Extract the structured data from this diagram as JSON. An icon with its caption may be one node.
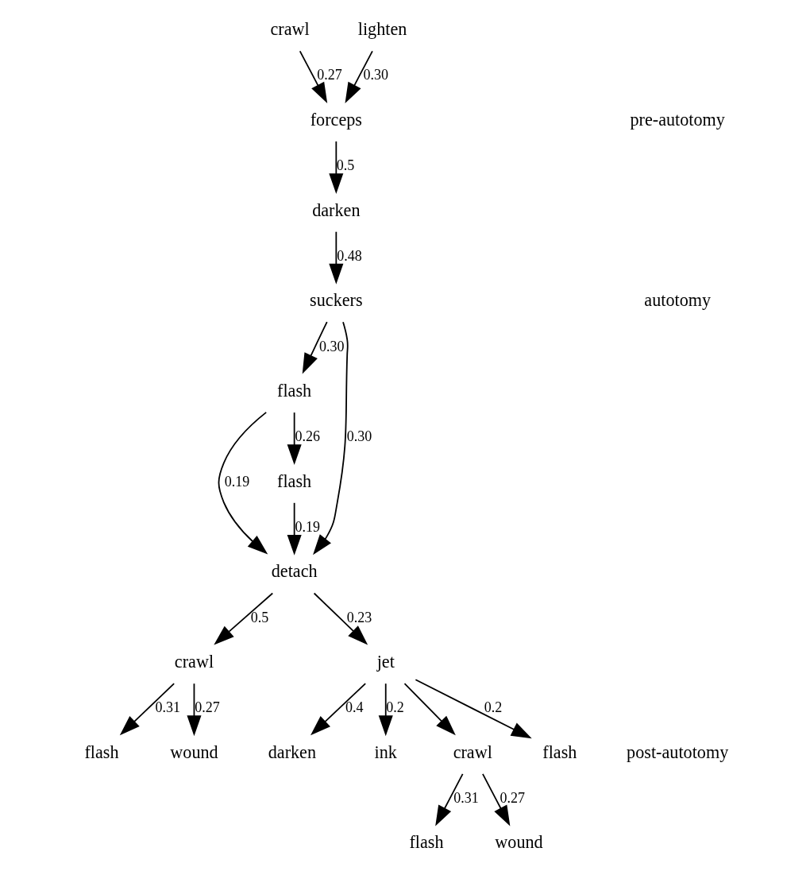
{
  "diagram": {
    "nodes": [
      {
        "text": [
          "crawl"
        ]
      },
      {
        "text": [
          "lighten"
        ]
      },
      {
        "text": [
          "forceps"
        ]
      },
      {
        "text": [
          "darken"
        ]
      },
      {
        "text": [
          "suckers"
        ]
      },
      {
        "text": [
          "flash"
        ]
      },
      {
        "text": [
          "detach"
        ]
      },
      {
        "text": [
          "flash"
        ]
      },
      {
        "text": [
          "crawl"
        ]
      },
      {
        "text": [
          "jet"
        ]
      },
      {
        "text": [
          "flash"
        ]
      },
      {
        "text": [
          "wound"
        ]
      },
      {
        "text": [
          "darken"
        ]
      },
      {
        "text": [
          "ink"
        ]
      },
      {
        "text": [
          "crawl"
        ]
      },
      {
        "text": [
          "flash"
        ]
      },
      {
        "text": [
          "flash"
        ]
      },
      {
        "text": [
          "wound"
        ]
      }
    ],
    "edges": [
      {
        "from": 0,
        "to": 2,
        "arrow": "to",
        "label": "0.27"
      },
      {
        "from": 1,
        "to": 2,
        "arrow": "to",
        "label": "0.30"
      },
      {
        "from": 2,
        "to": 3,
        "arrow": "to",
        "label": "0.5"
      },
      {
        "from": 3,
        "to": 4,
        "arrow": "to",
        "label": "0.48"
      },
      {
        "from": 4,
        "to": 6,
        "arrow": "to",
        "label": "0.30"
      },
      {
        "from": 4,
        "to": 5,
        "arrow": "to",
        "label": "0.30"
      },
      {
        "from": 5,
        "to": 6,
        "arrow": "to",
        "label": "0.19"
      },
      {
        "from": 5,
        "to": 7,
        "arrow": "to",
        "label": "0.26"
      },
      {
        "from": 7,
        "to": 6,
        "arrow": "to",
        "label": "0.19"
      },
      {
        "from": 6,
        "to": 8,
        "arrow": "to",
        "label": "0.5"
      },
      {
        "from": 6,
        "to": 9,
        "arrow": "to",
        "label": "0.23"
      },
      {
        "from": 8,
        "to": 10,
        "arrow": "to",
        "label": "0.31"
      },
      {
        "from": 8,
        "to": 11,
        "arrow": "to",
        "label": "0.27"
      },
      {
        "from": 9,
        "to": 12,
        "arrow": "to",
        "label": "0.4"
      },
      {
        "from": 9,
        "to": 13,
        "arrow": "to",
        "label": "0.2"
      },
      {
        "from": 9,
        "to": 14,
        "arrow": "to"
      },
      {
        "from": 9,
        "to": 15,
        "arrow": "to",
        "label": "0.2"
      },
      {
        "from": 14,
        "to": 16,
        "arrow": "to",
        "label": "0.31"
      },
      {
        "from": 14,
        "to": 17,
        "arrow": "to",
        "label": "0.27"
      }
    ],
    "labels": [
      "pre-autotomy",
      "autotomy",
      "post-autotomy"
    ]
  }
}
